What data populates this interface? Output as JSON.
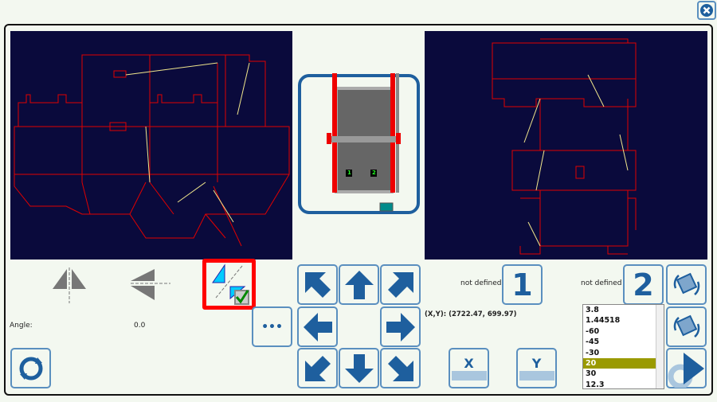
{
  "close_label": "close",
  "angle": {
    "label": "Angle:",
    "value": "0.0"
  },
  "point1": {
    "status": "not defined",
    "label": "1"
  },
  "point2": {
    "status": "not defined",
    "label": "2"
  },
  "coords": "(X,Y): (2722.47, 699.97)",
  "more_label": "•••",
  "x_button": "X",
  "y_button": "Y",
  "machine": {
    "marker1": "1",
    "marker2": "2"
  },
  "values_list": {
    "items": [
      "3.8",
      "1.44518",
      "-60",
      "-45",
      "-30",
      "20",
      "30",
      "12.3"
    ],
    "selected": "20"
  },
  "colors": {
    "canvas": "#0a0a3c",
    "accent": "#1e5f9e",
    "selected": "#9a9a00",
    "highlight": "#ff0000"
  }
}
